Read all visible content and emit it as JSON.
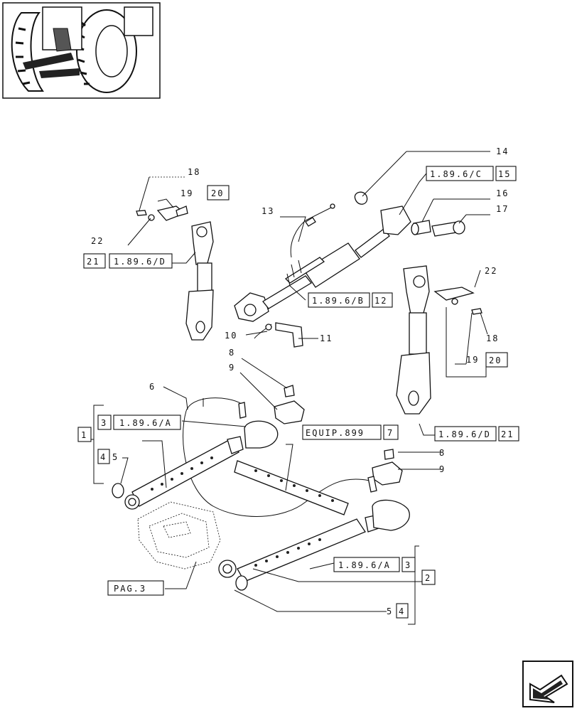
{
  "thumbnail": {
    "icon": "tractor-rear-thumbnail-icon"
  },
  "nav": {
    "icon": "next-page-arrow-icon"
  },
  "callouts": {
    "c1": "1",
    "c2": "2",
    "c3a": "3",
    "c3b": "3",
    "c4a": "4",
    "c4b": "4",
    "c5a": "5",
    "c5b": "5",
    "c6": "6",
    "c7": "7",
    "c8a": "8",
    "c8b": "8",
    "c9a": "9",
    "c9b": "9",
    "c10": "10",
    "c11": "11",
    "c12": "12",
    "c13": "13",
    "c14": "14",
    "c15": "15",
    "c16": "16",
    "c17": "17",
    "c18a": "18",
    "c18b": "18",
    "c19a": "19",
    "c19b": "19",
    "c20a": "20",
    "c20b": "20",
    "c21a": "21",
    "c21b": "21",
    "c22a": "22",
    "c22b": "22"
  },
  "refs": {
    "r_189_6_A_top": "1.89.6/A",
    "r_189_6_A_bottom": "1.89.6/A",
    "r_189_6_B": "1.89.6/B",
    "r_189_6_C": "1.89.6/C",
    "r_189_6_D_left": "1.89.6/D",
    "r_189_6_D_right": "1.89.6/D",
    "r_equip": "EQUIP.899",
    "r_pag": "PAG.3"
  }
}
